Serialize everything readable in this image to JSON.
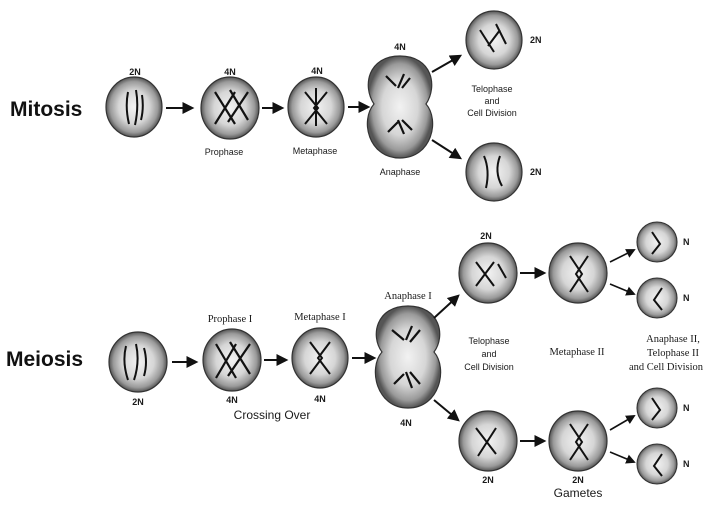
{
  "colors": {
    "ink": "#1a1a1a",
    "cell_outer": "#6a6a6a",
    "cell_mid": "#c8c8c8",
    "cell_inner": "#f0f0f0"
  },
  "mitosis": {
    "title": "Mitosis",
    "ploidy": {
      "start": "2N",
      "prophase": "4N",
      "metaphase": "4N",
      "anaphase": "4N",
      "daughter_top": "2N",
      "daughter_bottom": "2N"
    },
    "stages": {
      "prophase": "Prophase",
      "metaphase": "Metaphase",
      "anaphase": "Anaphase",
      "telophase_1": "Telophase",
      "telophase_2": "and",
      "telophase_3": "Cell Division"
    }
  },
  "meiosis": {
    "title": "Meiosis",
    "ploidy": {
      "start": "2N",
      "prophase1": "4N",
      "metaphase1": "4N",
      "anaphase1": "4N",
      "top_cell": "2N",
      "bottom_cell": "2N",
      "gamete_middle": "2N",
      "g1": "N",
      "g2": "N",
      "g3": "N",
      "g4": "N"
    },
    "stages": {
      "prophase1": "Prophase I",
      "metaphase1": "Metaphase I",
      "anaphase1": "Anaphase I",
      "crossing_over": "Crossing Over",
      "telophase_1": "Telophase",
      "telophase_2": "and",
      "telophase_3": "Cell Division",
      "metaphase2": "Metaphase II",
      "final_1": "Anaphase II,",
      "final_2": "Telophase II",
      "final_3": "and Cell Division",
      "gametes": "Gametes"
    }
  }
}
